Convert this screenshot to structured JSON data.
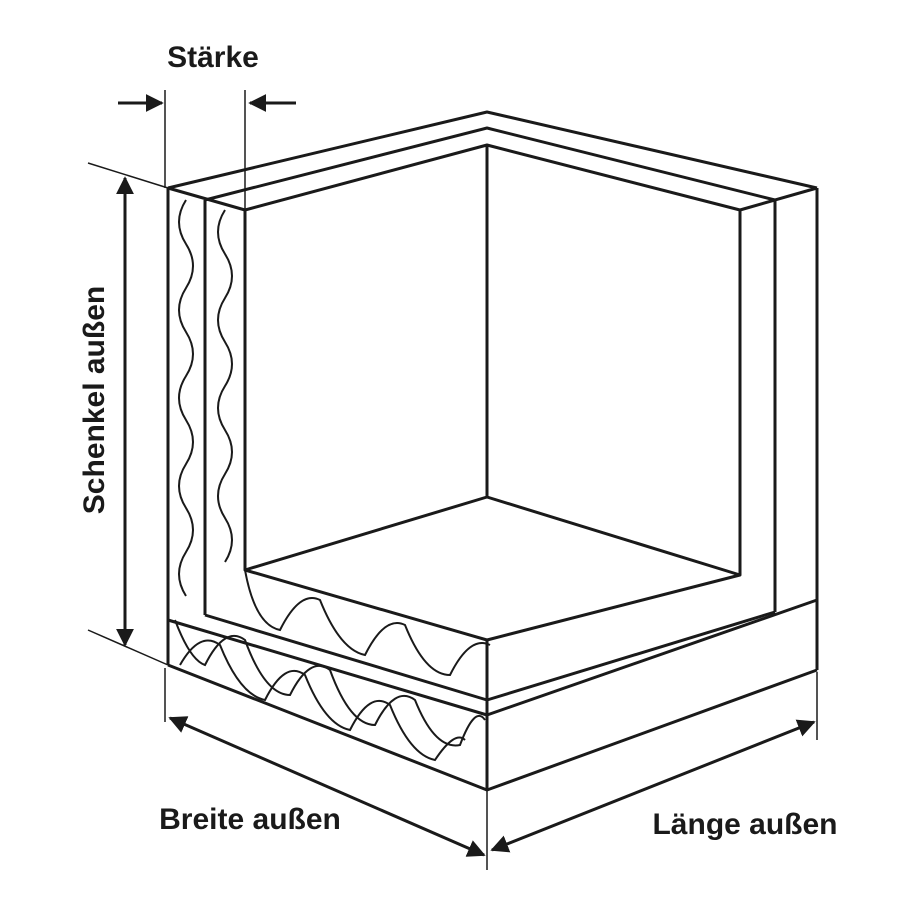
{
  "labels": {
    "thickness": "Stärke",
    "leg_outer": "Schenkel außen",
    "width_outer": "Breite außen",
    "length_outer": "Länge außen"
  },
  "colors": {
    "line": "#1a1a1a",
    "background": "#ffffff"
  }
}
